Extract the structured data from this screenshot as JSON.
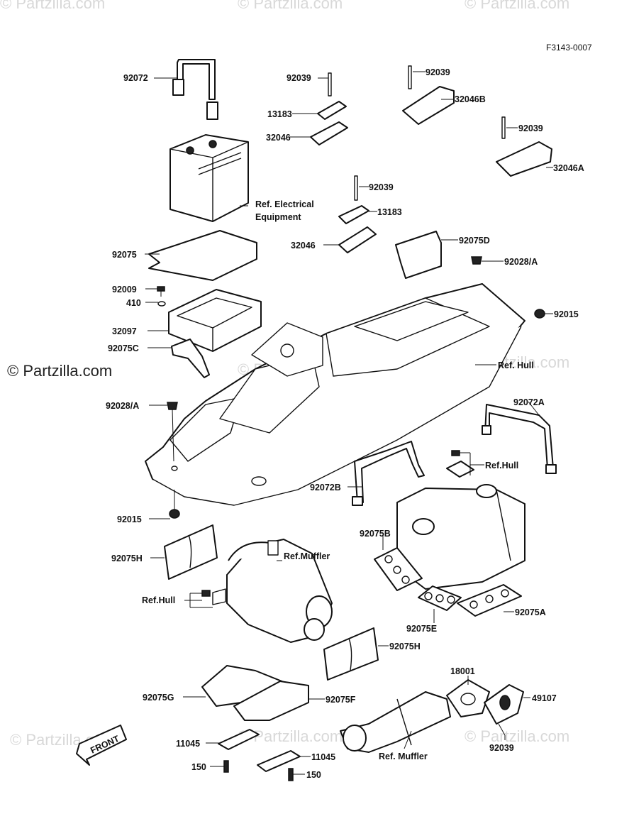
{
  "figure_code": "F3143-0007",
  "watermark": "© Partzilla.com",
  "front_label": "FRONT",
  "labels": [
    {
      "id": "92072-strap",
      "text": "92072"
    },
    {
      "id": "92039-a",
      "text": "92039"
    },
    {
      "id": "13183-a",
      "text": "13183"
    },
    {
      "id": "32046-a",
      "text": "32046"
    },
    {
      "id": "92039-b",
      "text": "92039"
    },
    {
      "id": "32046B",
      "text": "32046B"
    },
    {
      "id": "92039-c",
      "text": "92039"
    },
    {
      "id": "32046A",
      "text": "32046A"
    },
    {
      "id": "ref-electrical-1",
      "text": "Ref. Electrical"
    },
    {
      "id": "ref-electrical-2",
      "text": "Equipment"
    },
    {
      "id": "92039-d",
      "text": "92039"
    },
    {
      "id": "13183-b",
      "text": "13183"
    },
    {
      "id": "32046-b",
      "text": "32046"
    },
    {
      "id": "92075D",
      "text": "92075D"
    },
    {
      "id": "92075",
      "text": "92075"
    },
    {
      "id": "92028A-top",
      "text": "92028/A"
    },
    {
      "id": "92009",
      "text": "92009"
    },
    {
      "id": "410",
      "text": "410"
    },
    {
      "id": "92015-right",
      "text": "92015"
    },
    {
      "id": "32097",
      "text": "32097"
    },
    {
      "id": "92075C",
      "text": "92075C"
    },
    {
      "id": "ref-hull-main",
      "text": "Ref. Hull"
    },
    {
      "id": "92028A-left",
      "text": "92028/A"
    },
    {
      "id": "92072A",
      "text": "92072A"
    },
    {
      "id": "ref-hull-right",
      "text": "Ref.Hull"
    },
    {
      "id": "92072B",
      "text": "92072B"
    },
    {
      "id": "92015-left",
      "text": "92015"
    },
    {
      "id": "92075H-left",
      "text": "92075H"
    },
    {
      "id": "ref-muffler-top",
      "text": "Ref.Muffler"
    },
    {
      "id": "92075B",
      "text": "92075B"
    },
    {
      "id": "ref-hull-left",
      "text": "Ref.Hull"
    },
    {
      "id": "92075E",
      "text": "92075E"
    },
    {
      "id": "92075A",
      "text": "92075A"
    },
    {
      "id": "92075H-right",
      "text": "92075H"
    },
    {
      "id": "18001",
      "text": "18001"
    },
    {
      "id": "92075G",
      "text": "92075G"
    },
    {
      "id": "92075F",
      "text": "92075F"
    },
    {
      "id": "49107",
      "text": "49107"
    },
    {
      "id": "11045-a",
      "text": "11045"
    },
    {
      "id": "11045-b",
      "text": "11045"
    },
    {
      "id": "150-a",
      "text": "150"
    },
    {
      "id": "150-b",
      "text": "150"
    },
    {
      "id": "ref-muffler-bottom",
      "text": "Ref. Muffler"
    },
    {
      "id": "92039-e",
      "text": "92039"
    }
  ]
}
